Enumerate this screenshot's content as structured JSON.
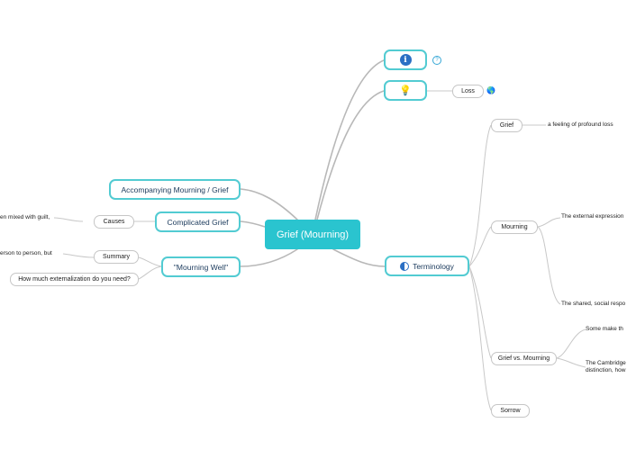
{
  "central": {
    "label": "Grief (Mourning)"
  },
  "left": {
    "accompanying": {
      "label": "Accompanying Mourning / Grief"
    },
    "complicated": {
      "label": "Complicated Grief",
      "causes": "Causes",
      "causes_text": "en mixed with guilt,"
    },
    "mourning_well": {
      "label": "\"Mourning Well\"",
      "summary": "Summary",
      "summary_text": "erson to person, but",
      "question": "How much externalization do you need?"
    }
  },
  "right": {
    "info": {
      "icon": "info-icon",
      "help_icon": "question-icon",
      "help": "?"
    },
    "idea": {
      "icon": "lightbulb-icon",
      "glyph": "💡",
      "loss": "Loss",
      "loss_icon": "globe-icon",
      "globe": "🌎"
    },
    "terminology": {
      "label": "Terminology",
      "icon": "half-circle-icon",
      "grief": {
        "label": "Grief",
        "text": "a feeling of profound loss"
      },
      "mourning": {
        "label": "Mourning",
        "text1": "The external expression",
        "text2": "The shared, social respo"
      },
      "grief_vs": {
        "label": "Grief vs. Mourning",
        "text1": "Some make th",
        "text2a": "The Cambridge",
        "text2b": "distinction, how"
      },
      "sorrow": {
        "label": "Sorrow"
      }
    }
  },
  "colors": {
    "central": "#2ac4cf",
    "border": "#52cbd2",
    "link": "#b5b5b5"
  }
}
